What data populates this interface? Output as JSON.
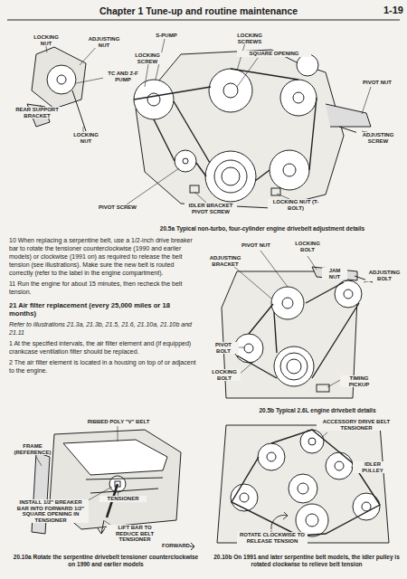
{
  "diagram": {
    "labels": [
      "Chapter 1 Tune-up and routine maintenance",
      "1-19",
      "LOCKING NUT",
      "ADJUSTING NUT",
      "REAR SUPPORT BRACKET",
      "TC AND Z-F PUMP",
      "LOCKING NUT",
      "S-PUMP",
      "LOCKING SCREW",
      "LOCKING SCREWS",
      "SQUARE OPENING",
      "PIVOT NUT",
      "ADJUSTING SCREW",
      "PIVOT SCREW",
      "IDLER BRACKET PIVOT SCREW",
      "LOCKING NUT (T-BOLT)",
      "20.5a Typical non-turbo, four-cylinder engine drivebelt adjustment details",
      "10 When replacing a serpentine belt, use a 1/2-inch drive breaker bar to rotate the tensioner counterclockwise (1990 and earlier models) or clockwise (1991 on) as required to release the belt tension (see illustrations). Make sure the new belt is routed correctly (refer to the label in the engine compartment).",
      "11 Run the engine for about 15 minutes, then recheck the belt tension.",
      "21 Air filter replacement (every 25,000 miles or 18 months)",
      "Refer to illustrations 21.3a, 21.3b, 21.5, 21.6, 21.10a, 21.10b and 21.11",
      "1 At the specified intervals, the air filter element and (if equipped) crankcase ventilation filter should be replaced.",
      "2 The air filter element is located in a housing on top of or adjacent to the engine.",
      "PIVOT NUT",
      "LOCKING BOLT",
      "ADJUSTING BRACKET",
      "JAM NUT",
      "ADJUSTING BOLT",
      "PIVOT BOLT",
      "LOCKING BOLT",
      "TIMING PICKUP",
      "20.5b Typical 2.6L engine drivebelt details",
      "RIBBED POLY \"V\" BELT",
      "FRAME (REFERENCE)",
      "TENSIONER",
      "INSTALL 1/2\" BREAKER BAR INTO FORWARD 1/2\" SQUARE OPENING IN TENSIONER",
      "LIFT BAR TO REDUCE BELT TENSIONER",
      "FORWARD",
      "20.10a Rotate the serpentine drivebelt tensioner counterclockwise on 1990 and earlier models",
      "ACCESSORY DRIVE BELT TENSIONER",
      "IDLER PULLEY",
      "ROTATE CLOCKWISE TO RELEASE TENSION",
      "20.10b On 1991 and later serpentine belt models, the idler pulley is rotated clockwise to relieve belt tension"
    ]
  }
}
